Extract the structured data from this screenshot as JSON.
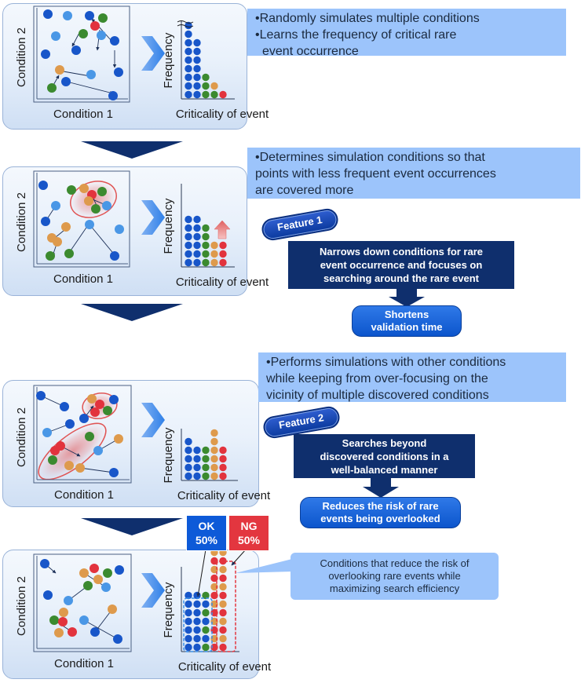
{
  "axis_labels": {
    "x_scatter": "Condition 1",
    "y_scatter": "Condition 2",
    "x_hist": "Criticality of event",
    "y_hist": "Frequency"
  },
  "stages": [
    {
      "desc_lines": [
        "•Randomly simulates multiple conditions",
        "•Learns the frequency of critical rare",
        "event occurrence"
      ]
    },
    {
      "desc_lines": [
        "•Determines simulation conditions so that",
        "points with less frequent event occurrences",
        "are covered more"
      ]
    },
    {
      "desc_lines": [
        "•Performs simulations with other conditions",
        "while keeping from over-focusing on the",
        "vicinity of multiple discovered conditions"
      ]
    }
  ],
  "features": [
    {
      "tag": "Feature 1",
      "detail_lines": [
        "Narrows down conditions for rare",
        "event occurrence and focuses on",
        "searching around the rare event"
      ],
      "result_lines": [
        "Shortens",
        "validation time"
      ]
    },
    {
      "tag": "Feature 2",
      "detail_lines": [
        "Searches beyond",
        "discovered conditions in a",
        "well-balanced manner"
      ],
      "result_lines": [
        "Reduces the risk of rare",
        "events being overlooked"
      ]
    }
  ],
  "ratio": {
    "ok_label": "OK",
    "ok_value": "50%",
    "ng_label": "NG",
    "ng_value": "50%",
    "callout_lines": [
      "Conditions that reduce the risk of",
      "overlooking rare events while",
      "maximizing search efficiency"
    ]
  },
  "colors": {
    "blue": "#1856c9",
    "light_blue": "#4a97e6",
    "green": "#3b8a2f",
    "orange": "#de9a4c",
    "red": "#e2333d",
    "navy": "#0f2f6d",
    "accent_blue": "#3a8fe8",
    "ok_badge": "#0d5ad8",
    "ng_badge": "#e3363f"
  }
}
